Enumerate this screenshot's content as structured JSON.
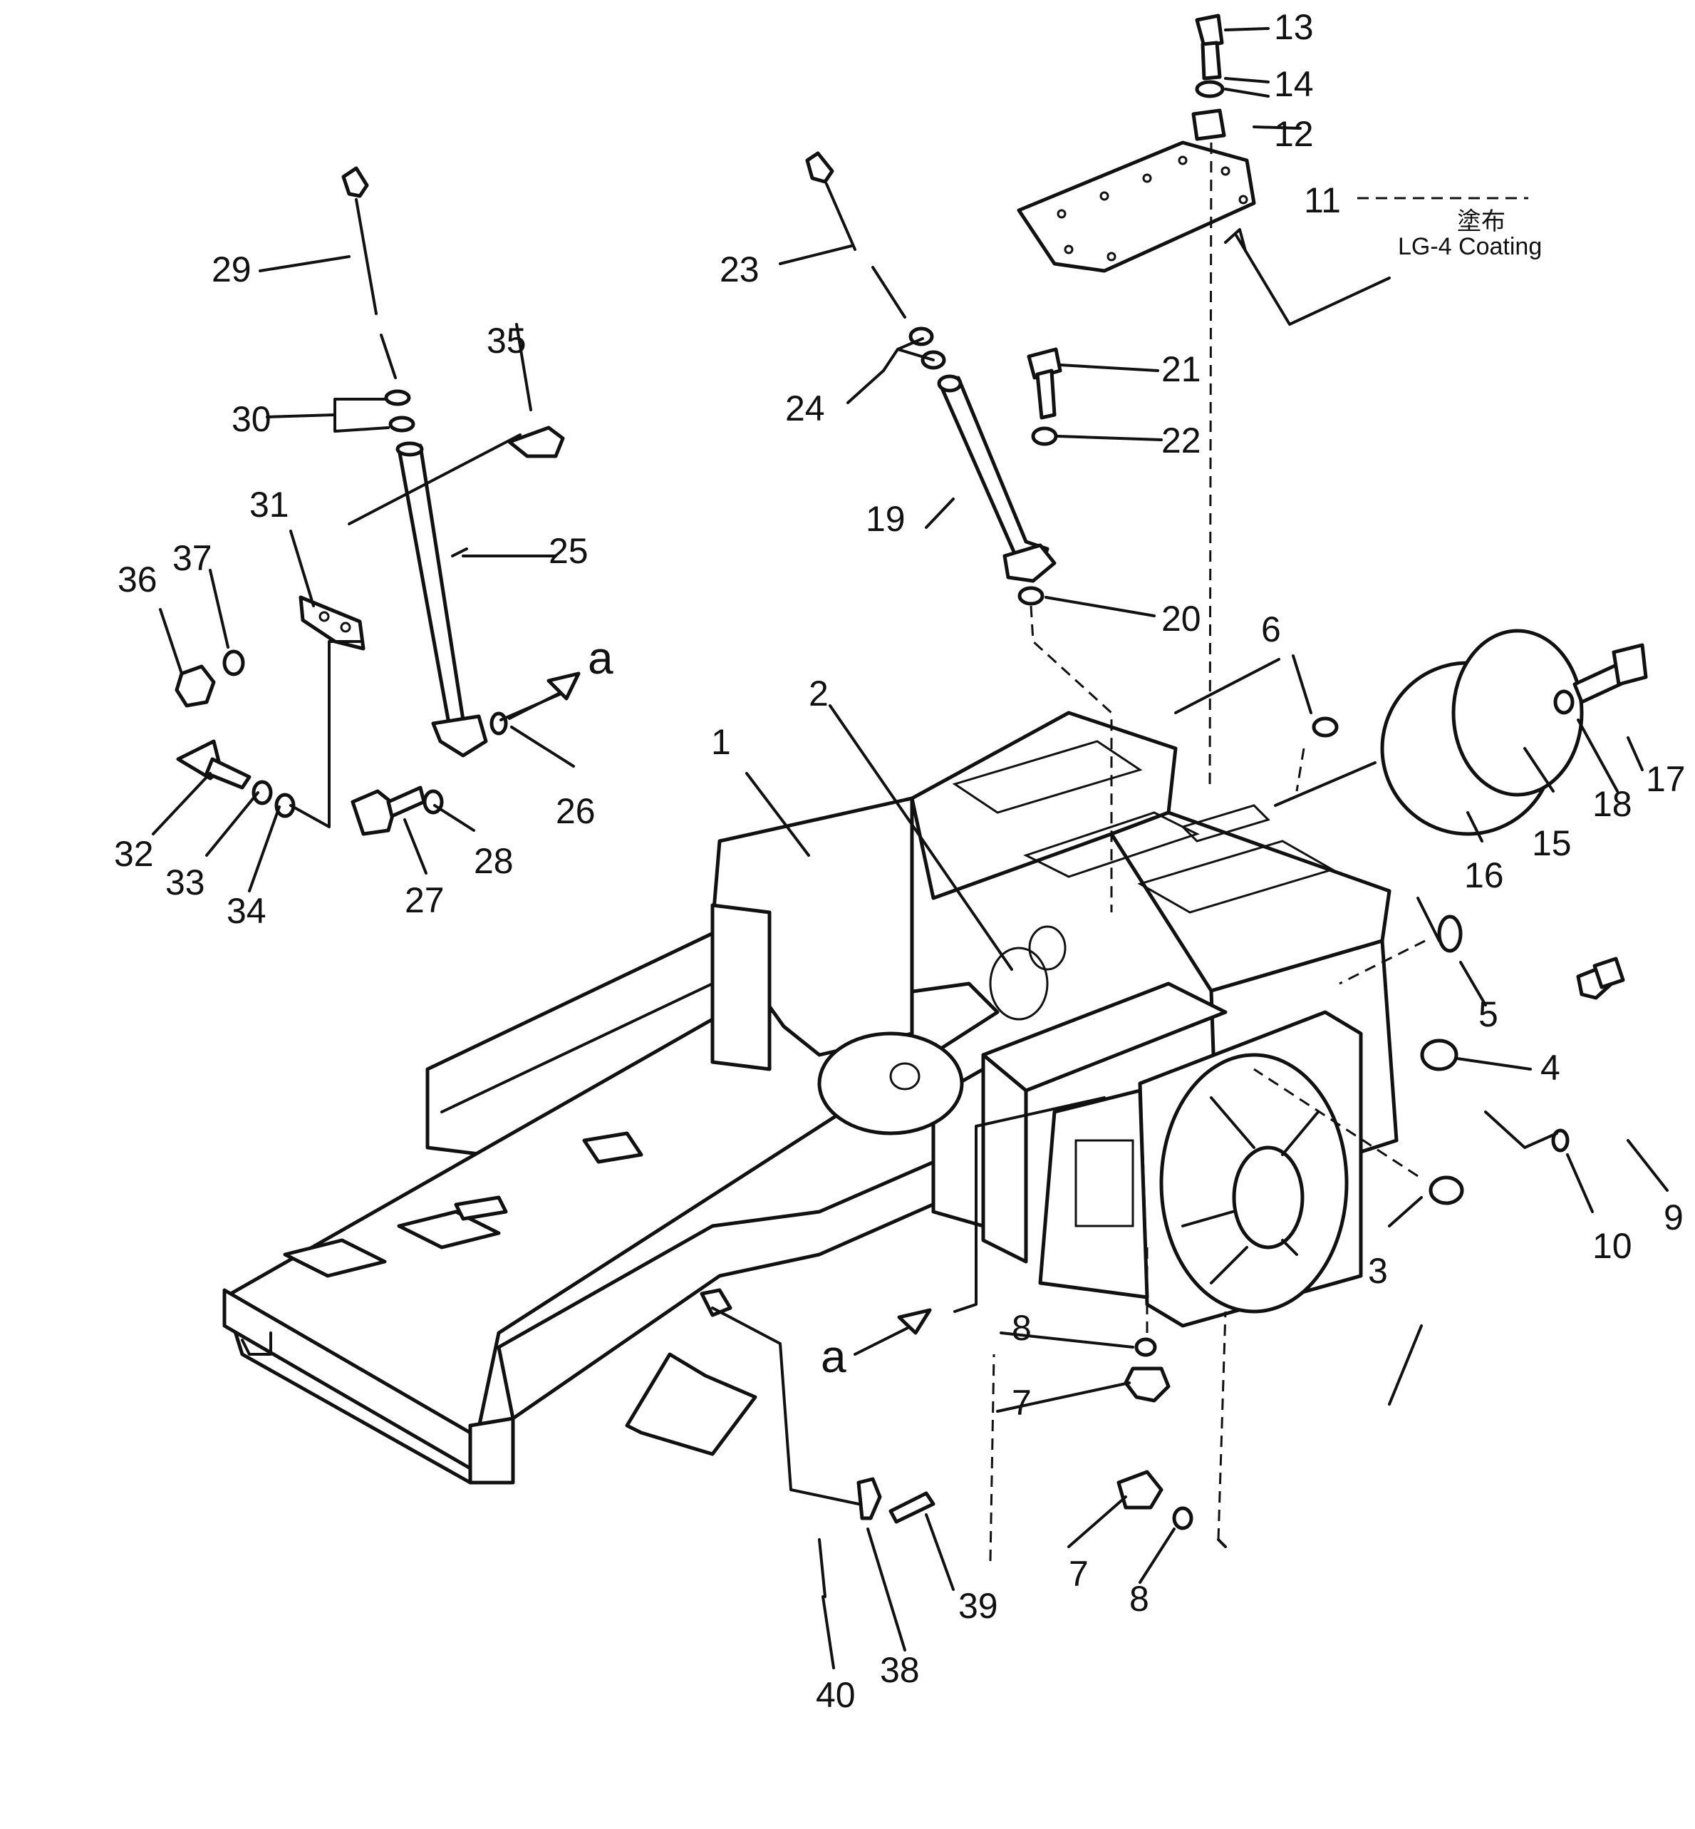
{
  "parts": [
    {
      "ref": "1"
    },
    {
      "ref": "2"
    },
    {
      "ref": "3"
    },
    {
      "ref": "4"
    },
    {
      "ref": "5"
    },
    {
      "ref": "6"
    },
    {
      "ref": "7"
    },
    {
      "ref": "7"
    },
    {
      "ref": "8"
    },
    {
      "ref": "8"
    },
    {
      "ref": "9"
    },
    {
      "ref": "10"
    },
    {
      "ref": "11"
    },
    {
      "ref": "12"
    },
    {
      "ref": "13"
    },
    {
      "ref": "14"
    },
    {
      "ref": "15"
    },
    {
      "ref": "16"
    },
    {
      "ref": "17"
    },
    {
      "ref": "18"
    },
    {
      "ref": "19"
    },
    {
      "ref": "20"
    },
    {
      "ref": "21"
    },
    {
      "ref": "22"
    },
    {
      "ref": "23"
    },
    {
      "ref": "24"
    },
    {
      "ref": "25"
    },
    {
      "ref": "26"
    },
    {
      "ref": "27"
    },
    {
      "ref": "28"
    },
    {
      "ref": "29"
    },
    {
      "ref": "30"
    },
    {
      "ref": "31"
    },
    {
      "ref": "32"
    },
    {
      "ref": "33"
    },
    {
      "ref": "34"
    },
    {
      "ref": "35"
    },
    {
      "ref": "36"
    },
    {
      "ref": "37"
    },
    {
      "ref": "38"
    },
    {
      "ref": "39"
    },
    {
      "ref": "40"
    }
  ],
  "view_marker": {
    "upper": "a",
    "lower": "a"
  },
  "coating_note": {
    "japanese": "塗布",
    "english": "LG-4 Coating"
  }
}
